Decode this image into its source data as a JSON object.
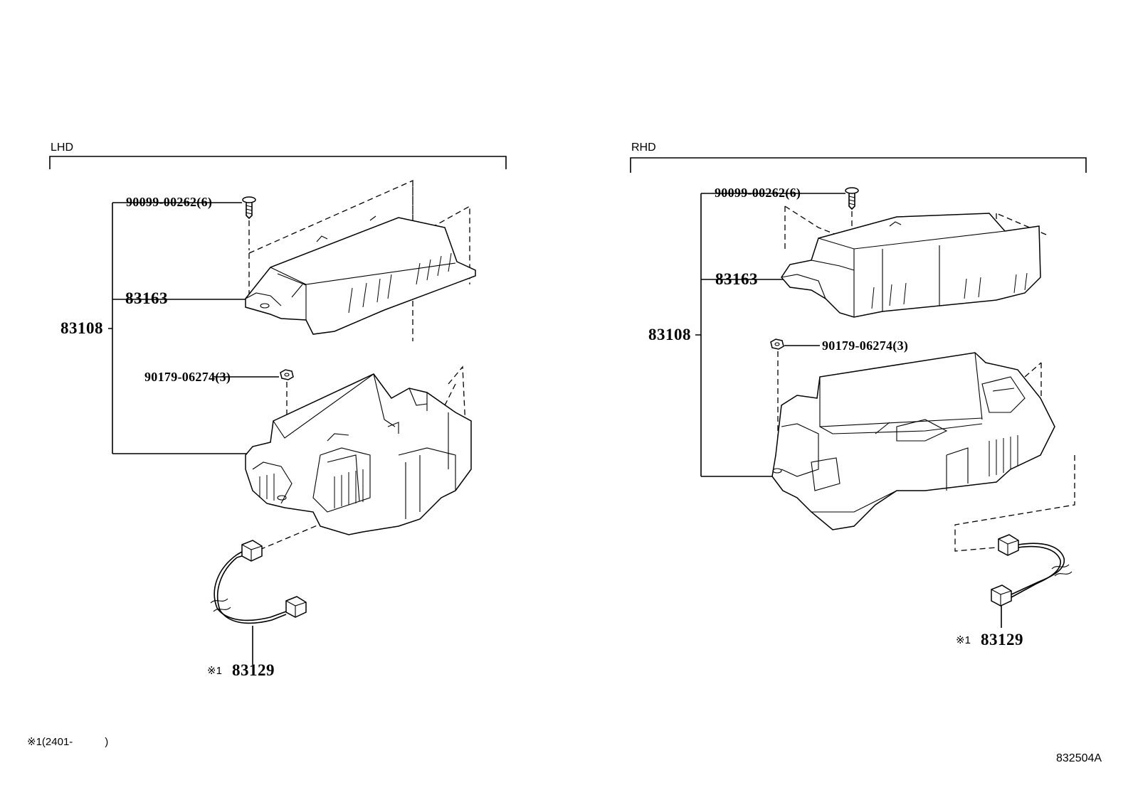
{
  "sections": {
    "lhd": {
      "title": "LHD",
      "labels": {
        "screw": "90099-00262(6)",
        "cover": "83163",
        "assembly": "83108",
        "nut": "90179-06274(3)",
        "wire_mark": "※1",
        "wire": "83129"
      }
    },
    "rhd": {
      "title": "RHD",
      "labels": {
        "screw": "90099-00262(6)",
        "cover": "83163",
        "assembly": "83108",
        "nut": "90179-06274(3)",
        "wire_mark": "※1",
        "wire": "83129"
      }
    }
  },
  "footnote": {
    "mark": "※1",
    "text": "(2401-　　　)"
  },
  "diagram_code": "832504A"
}
